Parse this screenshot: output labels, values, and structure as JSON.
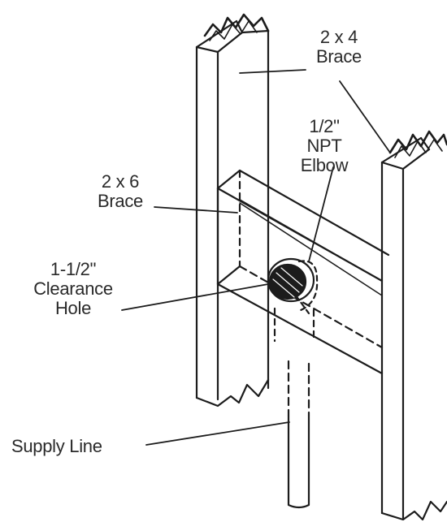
{
  "colors": {
    "line": "#1c1c1c",
    "text": "#2a2a2a",
    "background": "#ffffff"
  },
  "labels": {
    "brace_2x4": {
      "line1": "2 x 4",
      "line2": "Brace"
    },
    "elbow": {
      "line1": "1/2\"",
      "line2": "NPT",
      "line3": "Elbow"
    },
    "brace_2x6": {
      "line1": "2 x 6",
      "line2": "Brace"
    },
    "clearance_hole": {
      "line1": "1-1/2\"",
      "line2": "Clearance",
      "line3": "Hole"
    },
    "supply_line": {
      "text": "Supply Line"
    }
  }
}
